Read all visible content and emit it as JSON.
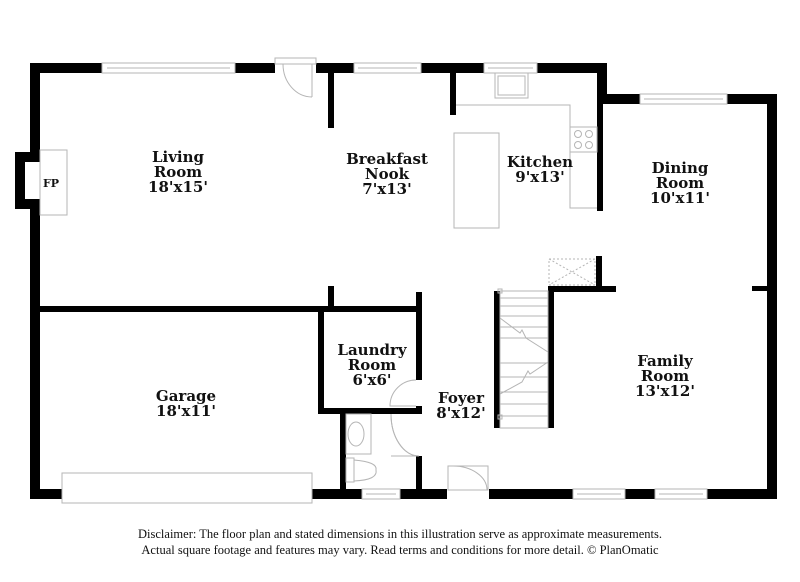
{
  "floor_plan": {
    "rooms": [
      {
        "id": "living-room",
        "name_lines": [
          "Living",
          "Room"
        ],
        "dimensions": "18'x15'"
      },
      {
        "id": "breakfast-nook",
        "name_lines": [
          "Breakfast",
          "Nook"
        ],
        "dimensions": "7'x13'"
      },
      {
        "id": "kitchen",
        "name_lines": [
          "Kitchen"
        ],
        "dimensions": "9'x13'"
      },
      {
        "id": "dining-room",
        "name_lines": [
          "Dining",
          "Room"
        ],
        "dimensions": "10'x11'"
      },
      {
        "id": "garage",
        "name_lines": [
          "Garage"
        ],
        "dimensions": "18'x11'"
      },
      {
        "id": "laundry-room",
        "name_lines": [
          "Laundry",
          "Room"
        ],
        "dimensions": "6'x6'"
      },
      {
        "id": "foyer",
        "name_lines": [
          "Foyer"
        ],
        "dimensions": "8'x12'"
      },
      {
        "id": "family-room",
        "name_lines": [
          "Family",
          "Room"
        ],
        "dimensions": "13'x12'"
      }
    ],
    "fireplace_label": "FP",
    "colors": {
      "wall": "#000000",
      "fixture": "#b5b5b5",
      "background": "#ffffff"
    }
  },
  "disclaimer": {
    "line1": "Disclaimer: The floor plan and stated dimensions in this illustration serve as approximate measurements.",
    "line2": "Actual square footage and features may vary. Read terms and conditions for more detail. © PlanOmatic"
  }
}
